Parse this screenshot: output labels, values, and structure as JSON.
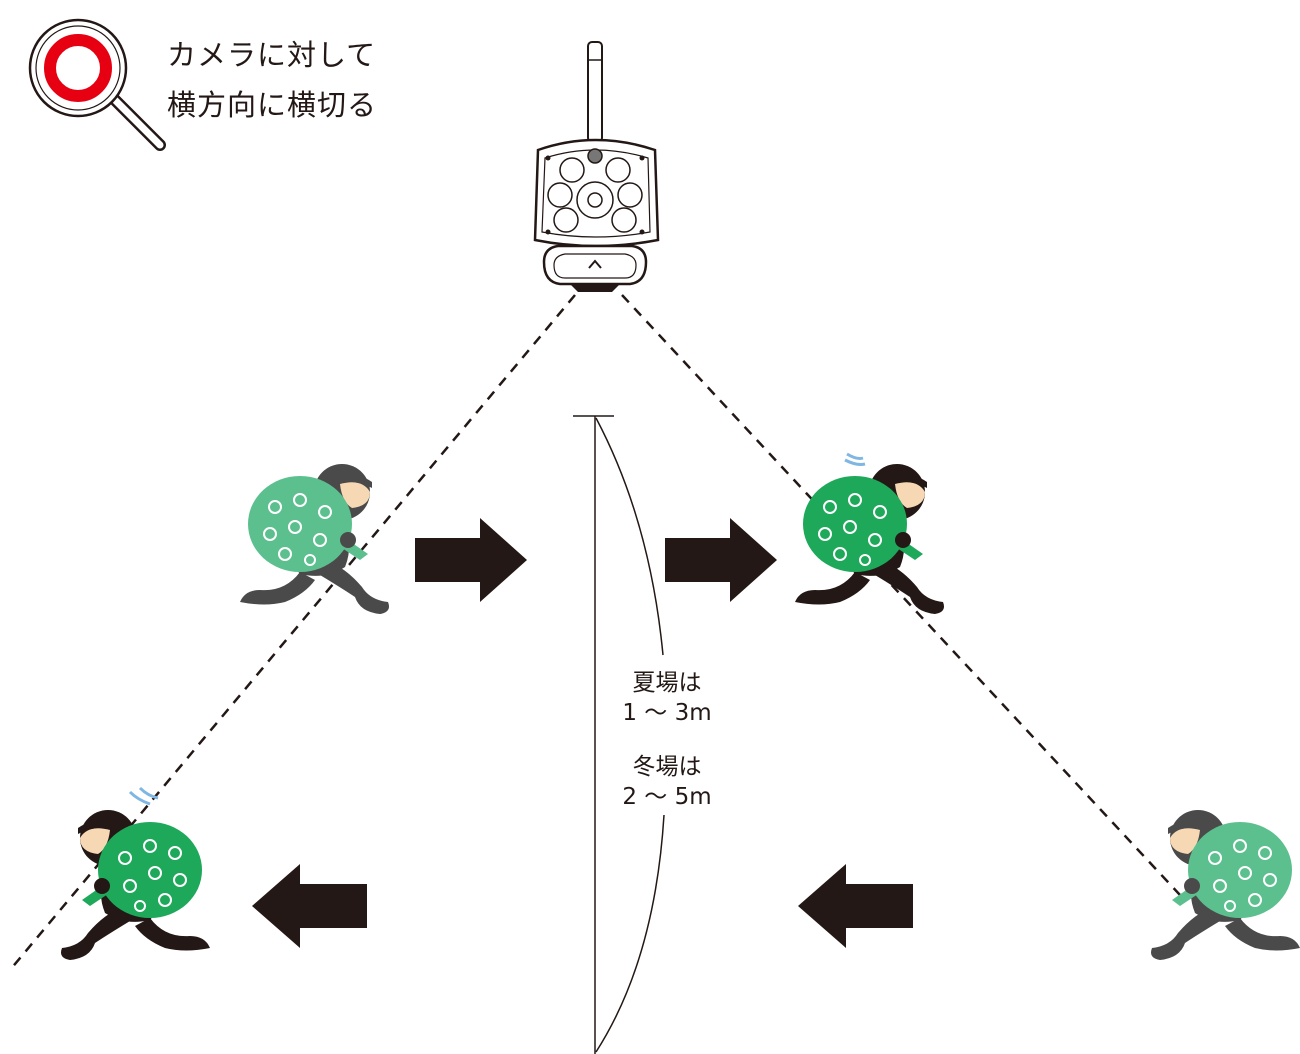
{
  "badge": {
    "symbol": "circle",
    "ok_color": "#e60012",
    "icon": "magnifier-icon"
  },
  "caption": {
    "line1": "カメラに対して",
    "line2": "横方向に横切る"
  },
  "distance": {
    "summer_label": "夏場は",
    "summer_range": "1 ～ 3m",
    "winter_label": "冬場は",
    "winter_range": "2 ～ 5m"
  },
  "colors": {
    "arrow": "#231815",
    "bag_light": "#5cc08e",
    "bag_dark": "#1ea85a",
    "thief_dark": "#231815",
    "thief_gray": "#4a4a4a",
    "sweat": "#7fb6e3"
  }
}
